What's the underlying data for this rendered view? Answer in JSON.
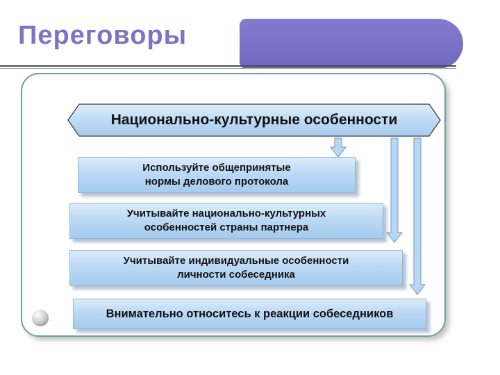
{
  "slide": {
    "title": "Переговоры",
    "heading": "Национально-культурные особенности",
    "steps": [
      {
        "text": "Используйте общепринятые\nнормы делового протокола"
      },
      {
        "text": "Учитывайте национально-культурных\nособенностей страны партнера"
      },
      {
        "text": "Учитывайте индивидуальные особенности\nличности собеседника"
      },
      {
        "text": "Внимательно относитесь к реакции собеседников"
      }
    ],
    "colors": {
      "title_text": "#7b74c6",
      "banner": "#7b72c8",
      "panel_border": "#6f9f9f",
      "box_fill_top": "#dcecfb",
      "box_fill_bottom": "#a5cbee",
      "arrow_fill": "#b7d7f3",
      "arrow_stroke": "#7fa6cc"
    }
  }
}
